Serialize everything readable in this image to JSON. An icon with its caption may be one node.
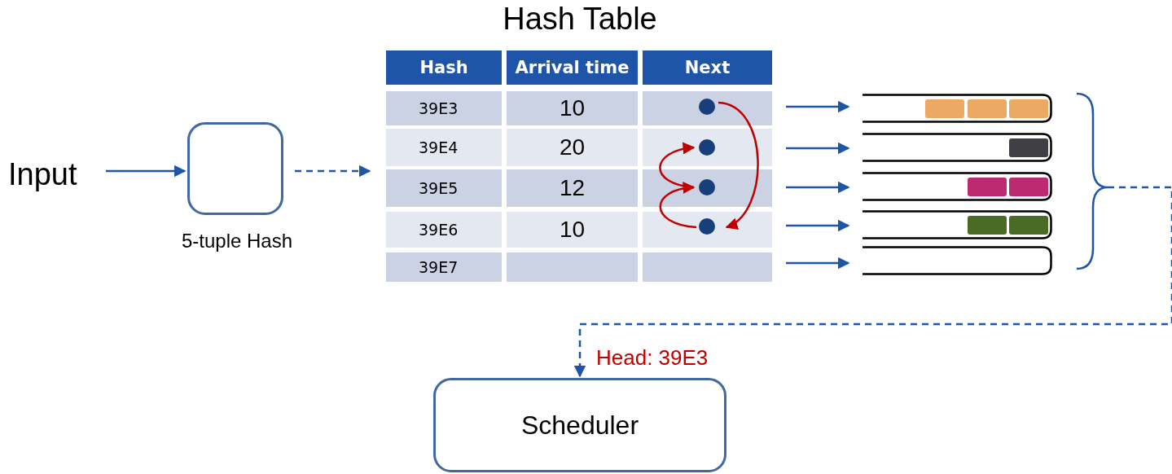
{
  "diagram": {
    "nodes": [
      {
        "text": [
          "Input"
        ]
      },
      {
        "text": [
          "5-tuple Hash"
        ]
      },
      {
        "text": [
          "Hash Table"
        ]
      },
      {
        "text": [],
        "shape": "circle",
        "in": 2
      },
      {
        "text": [],
        "shape": "circle",
        "in": 2
      },
      {
        "text": [],
        "shape": "circle",
        "in": 2
      },
      {
        "text": [],
        "shape": "circle",
        "in": 2
      },
      {
        "text": [],
        "shape": "box"
      },
      {
        "text": [],
        "shape": "box"
      },
      {
        "text": [],
        "shape": "box"
      },
      {
        "text": [],
        "shape": "box"
      },
      {
        "text": [],
        "shape": "box"
      },
      {
        "text": [
          "Scheduler"
        ]
      },
      {
        "text": [],
        "shape": "bracket"
      }
    ],
    "edges": [
      {
        "from": 0,
        "to": 1,
        "arrow": "to"
      },
      {
        "from": 1,
        "to": 2,
        "arrow": "to",
        "style": "dashed"
      },
      {
        "from": 3,
        "to": 6,
        "arrow": "to",
        "color": "#c00000"
      },
      {
        "from": 6,
        "to": 5,
        "arrow": "to",
        "color": "#c00000"
      },
      {
        "from": 5,
        "to": 4,
        "arrow": "to",
        "color": "#c00000"
      },
      {
        "from": 2,
        "to": 7,
        "arrow": "to"
      },
      {
        "from": 2,
        "to": 8,
        "arrow": "to"
      },
      {
        "from": 2,
        "to": 9,
        "arrow": "to"
      },
      {
        "from": 2,
        "to": 10,
        "arrow": "to"
      },
      {
        "from": 2,
        "to": 11,
        "arrow": "to"
      },
      {
        "from": 13,
        "to": 12,
        "arrow": "to",
        "style": "dashed",
        "label": "Head: 39E3"
      }
    ],
    "labels": [
      "Hash",
      "Arrival time",
      "Next",
      "39E3",
      "10",
      "39E4",
      "20",
      "39E5",
      "12",
      "39E6",
      "10",
      "39E7"
    ]
  }
}
